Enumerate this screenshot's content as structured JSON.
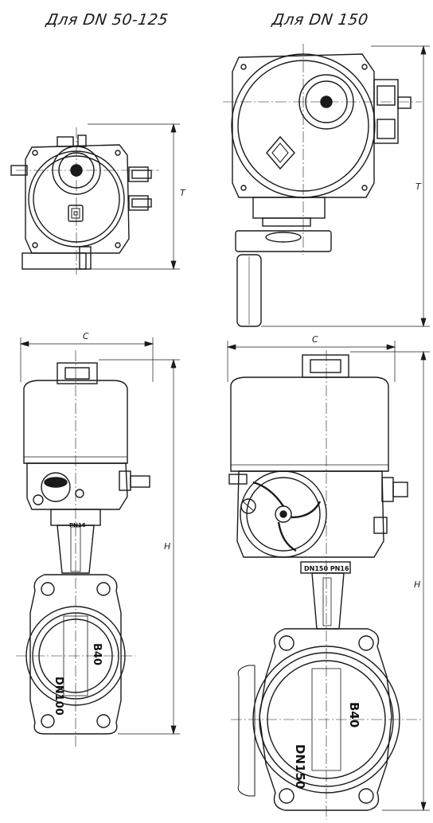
{
  "titles": {
    "left": "Для DN 50-125",
    "right": "Для DN 150"
  },
  "dimensions": {
    "T": "T",
    "C": "C",
    "H": "H"
  },
  "markings": {
    "small_pn": "PN16",
    "small_dn": "DN100",
    "small_mat": "B40",
    "large_plate": "DN150 PN16",
    "large_dn": "DN150",
    "large_mat": "B40"
  }
}
